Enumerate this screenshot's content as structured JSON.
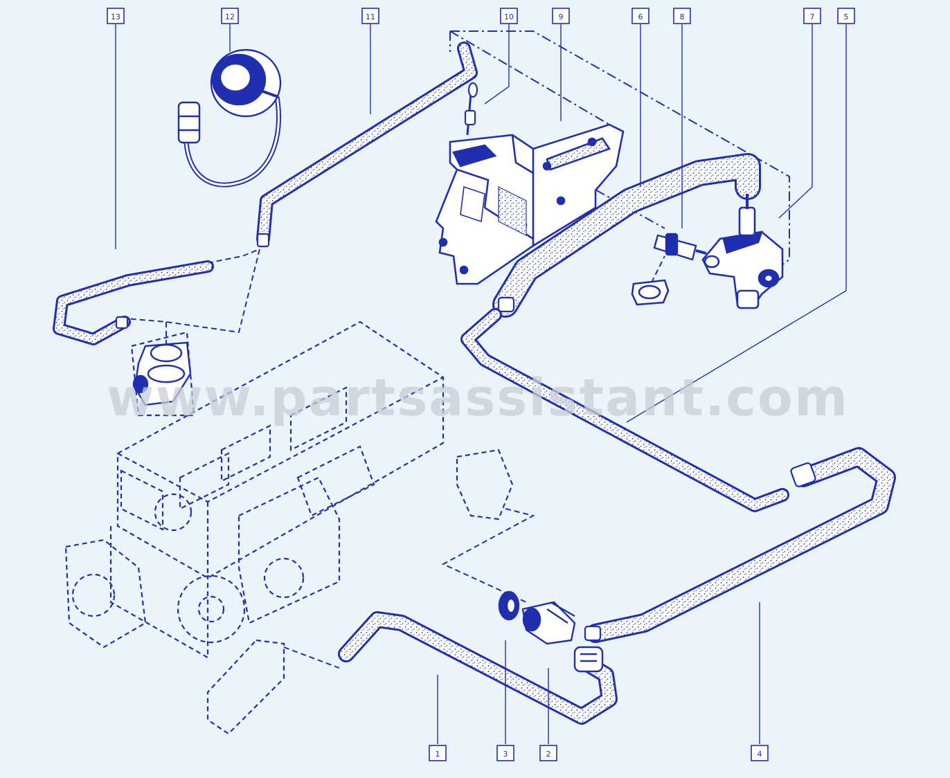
{
  "watermark": "www.partsassistant.com",
  "colors": {
    "background": "#eaf4fa",
    "line": "#1f2fb0",
    "watermark": "#c9ced4"
  },
  "callouts": [
    {
      "id": "1",
      "label": "1"
    },
    {
      "id": "2",
      "label": "2"
    },
    {
      "id": "3",
      "label": "3"
    },
    {
      "id": "4",
      "label": "4"
    },
    {
      "id": "5",
      "label": "5"
    },
    {
      "id": "6",
      "label": "6"
    },
    {
      "id": "7",
      "label": "7"
    },
    {
      "id": "8",
      "label": "8"
    },
    {
      "id": "9",
      "label": "9"
    },
    {
      "id": "10",
      "label": "10"
    },
    {
      "id": "11",
      "label": "11"
    },
    {
      "id": "12",
      "label": "12"
    },
    {
      "id": "13",
      "label": "13"
    }
  ]
}
